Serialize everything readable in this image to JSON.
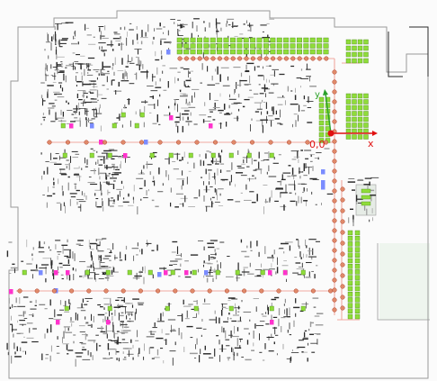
{
  "map": {
    "origin_label": "0,0",
    "x_axis_label": "x",
    "y_axis_label": "y"
  },
  "colors": {
    "background": "#fbfbfb",
    "wall": "#2a2a2a",
    "wall_light": "#9a9a9a",
    "path_line": "#f0a8a0",
    "waypoint_fill": "#e08a6a",
    "waypoint_stroke": "#b0402a",
    "spot_green": "#8fdc3a",
    "spot_green_stroke": "#4c8a1a",
    "marker_magenta": "#ff33cc",
    "marker_blue": "#7a8cff",
    "axis_red": "#e01010",
    "axis_green": "#2aa02a",
    "shaded_zone": "#eef5ee"
  },
  "legend_icons": [
    "waypoint-icon",
    "parking-spot-icon",
    "charging-marker-icon",
    "station-marker-icon",
    "robot-origin-icon"
  ]
}
